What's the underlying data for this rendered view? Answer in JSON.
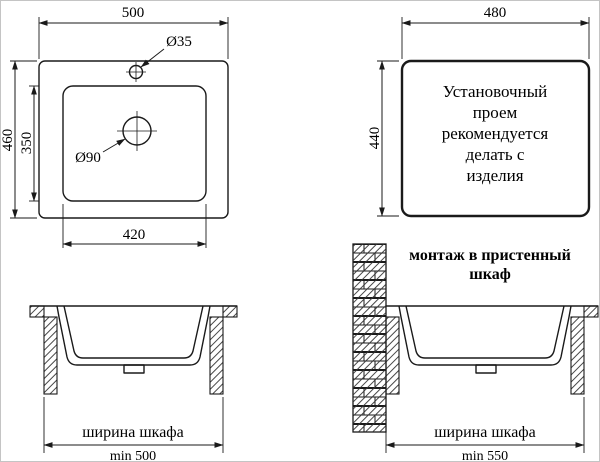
{
  "drawing": {
    "top_view": {
      "overall_width": "500",
      "overall_height": "460",
      "bowl_width": "420",
      "bowl_height": "350",
      "faucet_hole_diameter": "Ø35",
      "drain_hole_diameter": "Ø90"
    },
    "cutout_view": {
      "width": "480",
      "height": "440",
      "note_lines": [
        "Установочный",
        "проем",
        "рекомендуется",
        "делать с",
        "изделия"
      ]
    },
    "section_standard": {
      "cabinet_width_label": "ширина шкафа",
      "cabinet_width_min": "min 500"
    },
    "section_wall_mount": {
      "title_lines": [
        "монтаж в пристенный",
        "шкаф"
      ],
      "cabinet_width_label": "ширина шкафа",
      "cabinet_width_min": "min 550"
    }
  },
  "colors": {
    "line": "#1a1a1a",
    "background": "#ffffff"
  }
}
